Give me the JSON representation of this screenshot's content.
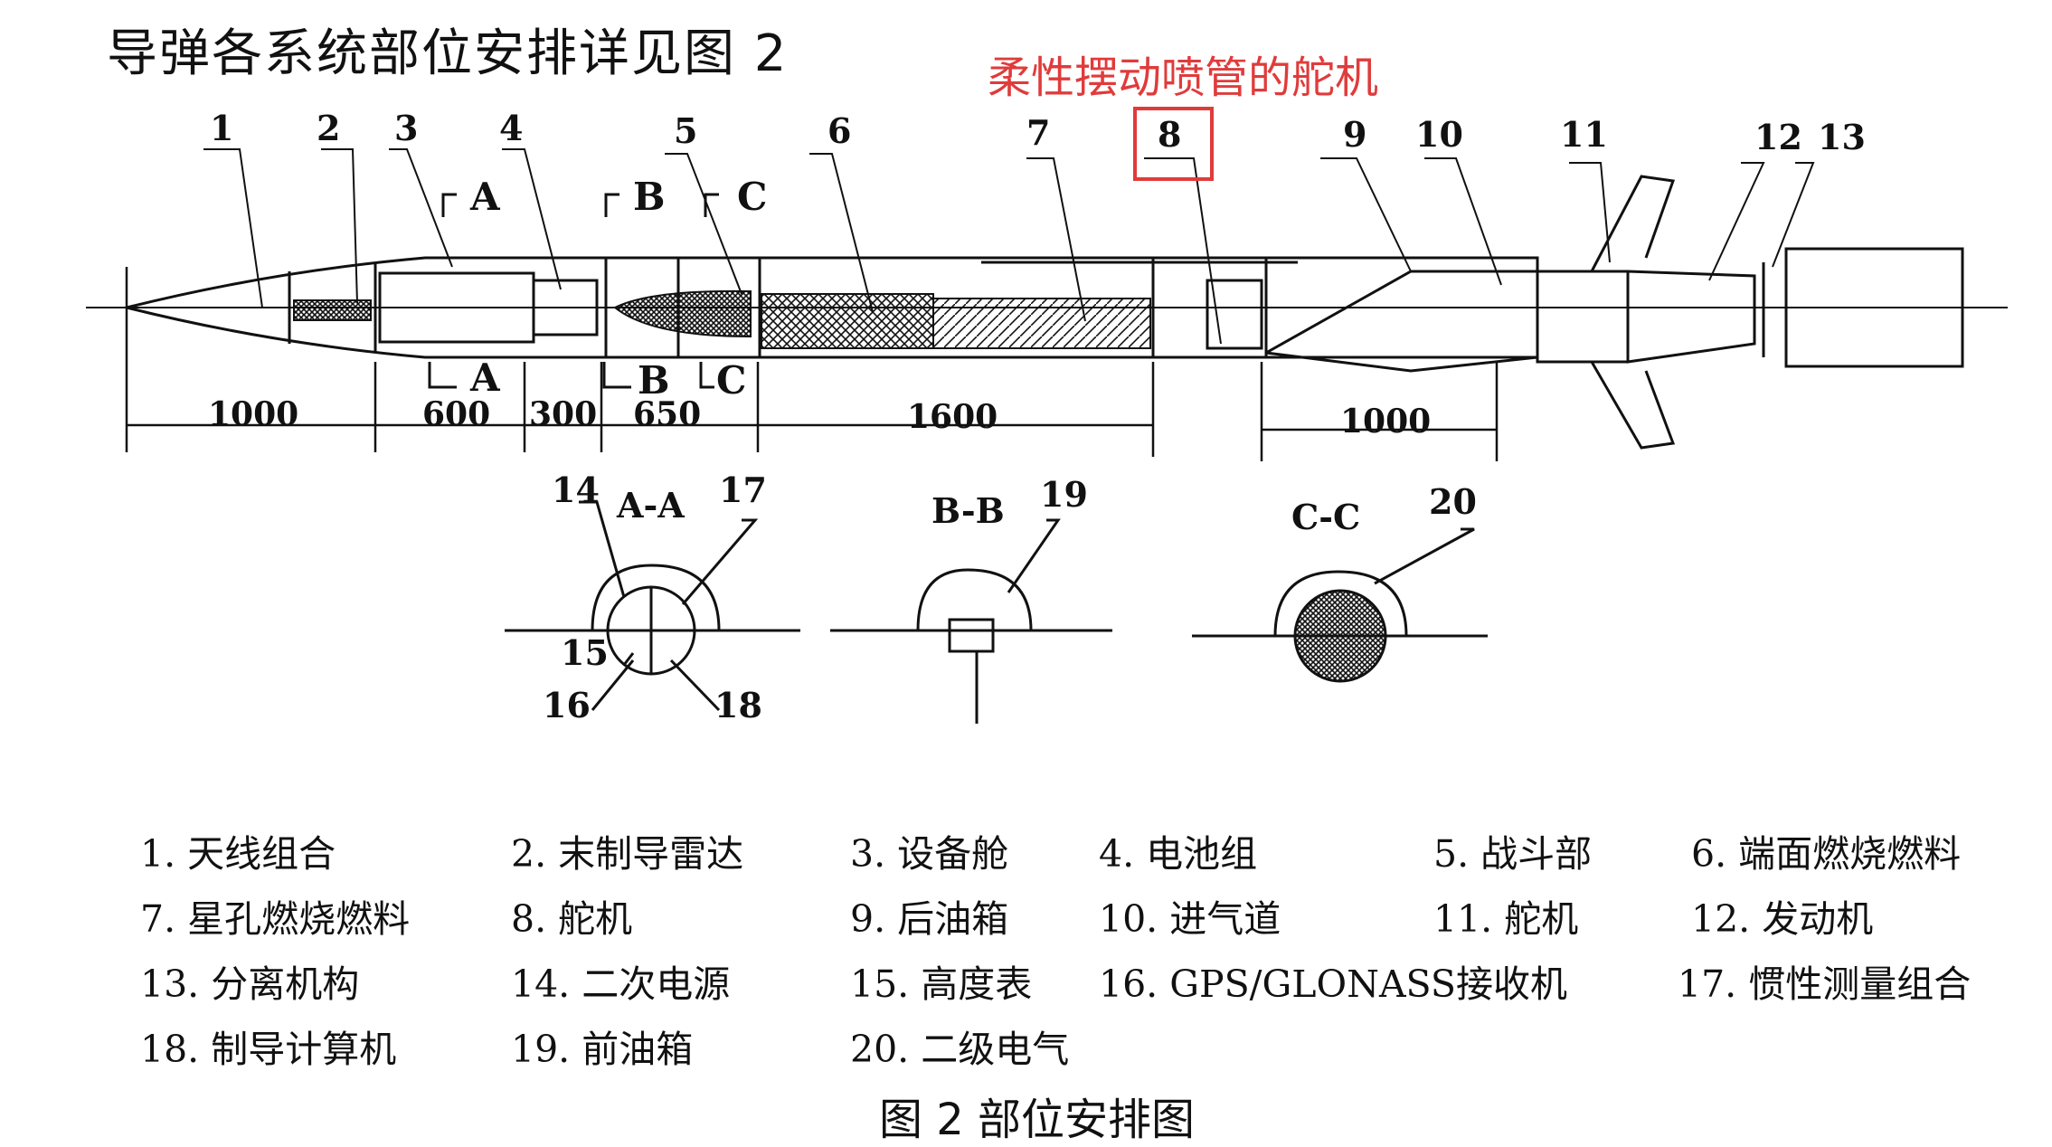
{
  "title": "导弹各系统部位安排详见图 2",
  "highlight_note": "柔性摆动喷管的舵机",
  "part_numbers": [
    "1",
    "2",
    "3",
    "4",
    "5",
    "6",
    "7",
    "8",
    "9",
    "10",
    "11",
    "12",
    "13"
  ],
  "section_marks": {
    "a": "A",
    "b": "B",
    "c": "C"
  },
  "dimensions": [
    "1000",
    "600",
    "300",
    "650",
    "1600",
    "1000"
  ],
  "sections": [
    {
      "title": "A-A",
      "numbers": [
        "14",
        "17",
        "15",
        "16",
        "18"
      ]
    },
    {
      "title": "B-B",
      "numbers": [
        "19"
      ]
    },
    {
      "title": "C-C",
      "numbers": [
        "20"
      ]
    }
  ],
  "legend": [
    "1. 天线组合",
    "2. 末制导雷达",
    "3. 设备舱",
    "4. 电池组",
    "5. 战斗部",
    "6. 端面燃烧燃料",
    "7. 星孔燃烧燃料",
    "8. 舵机",
    "9. 后油箱",
    "10. 进气道",
    "11. 舵机",
    "12. 发动机",
    "13. 分离机构",
    "14. 二次电源",
    "15. 高度表",
    "16. GPS/GLONASS接收机",
    "17. 惯性测量组合",
    "18. 制导计算机",
    "19. 前油箱",
    "20. 二级电气"
  ],
  "caption": "图 2   部位安排图",
  "colors": {
    "highlight": "#e03b3b",
    "ink": "#111111"
  }
}
